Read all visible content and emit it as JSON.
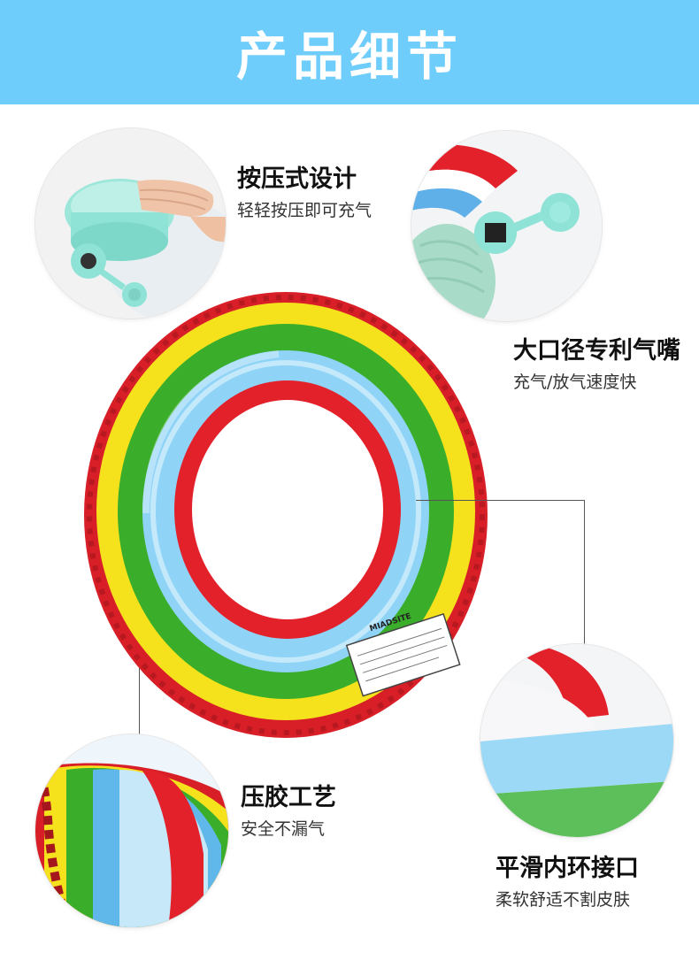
{
  "banner": {
    "title": "产品细节"
  },
  "features": [
    {
      "title": "按压式设计",
      "subtitle": "轻轻按压即可充气"
    },
    {
      "title": "大口径专利气嘴",
      "subtitle": "充气/放气速度快"
    },
    {
      "title": "压胶工艺",
      "subtitle": "安全不漏气"
    },
    {
      "title": "平滑内环接口",
      "subtitle": "柔软舒适不割皮肤"
    }
  ],
  "product": {
    "brand_label": "MIADSITE"
  },
  "colors": {
    "banner": "#6fcdfb",
    "red": "#e3212b",
    "yellow": "#f5e21c",
    "green": "#3aae2a",
    "light_blue": "#8fd3f7",
    "mint": "#8ee3d6"
  }
}
